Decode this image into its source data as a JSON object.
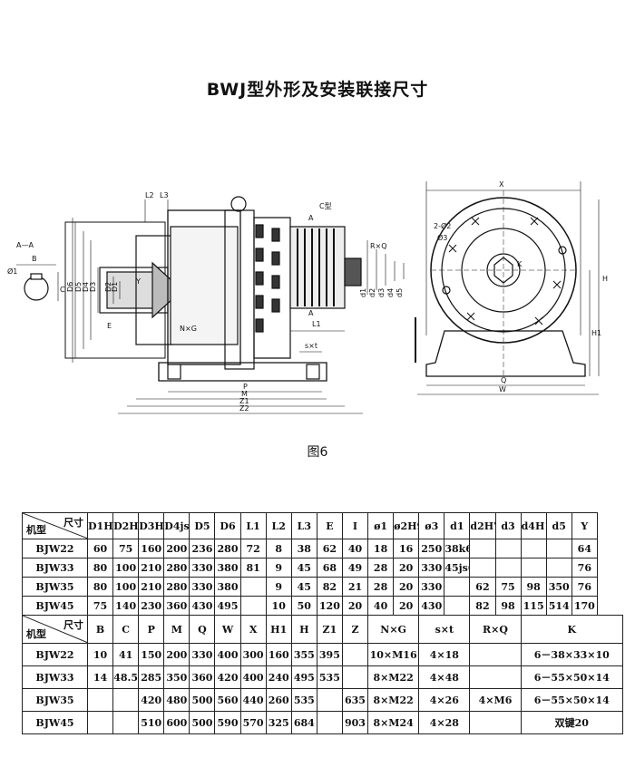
{
  "title": "BWJ型外形及安装联接尺寸",
  "figure_caption": "图6",
  "drawing_labels": {
    "section": "A—A",
    "b": "B",
    "phi1": "Ø1",
    "c": "C",
    "l2": "L2",
    "l3": "L3",
    "ctype": "C型",
    "a_top": "A",
    "a_bot": "A",
    "rq": "R×Q",
    "y": "Y",
    "e": "E",
    "nxg": "N×G",
    "l1": "L1",
    "sxt": "s×t",
    "p": "P",
    "m": "M",
    "z1": "Z1",
    "z2": "Z2",
    "x": "X",
    "two_phi2": "2-Ø2",
    "phi3": "Ø3",
    "k": "K",
    "h": "H",
    "h1": "H1",
    "q": "Q",
    "w": "W",
    "d_left": [
      "D6",
      "D5",
      "D4",
      "D3",
      "D2",
      "D1"
    ],
    "d_right": [
      "d1",
      "d2",
      "d3",
      "d4",
      "d5"
    ]
  },
  "table": {
    "corner_top": "尺寸",
    "corner_bottom": "机型",
    "header1": [
      "D1H7",
      "D2H6",
      "D3H7",
      "D4js7",
      "D5",
      "D6",
      "L1",
      "L2",
      "L3",
      "E",
      "I",
      "ø1",
      "ø2H9",
      "ø3",
      "d1",
      "d2H7",
      "d3",
      "d4H10",
      "d5",
      "Y"
    ],
    "rows1": [
      [
        "BJW22",
        "60",
        "75",
        "160",
        "200",
        "236",
        "280",
        "72",
        "8",
        "38",
        "62",
        "40",
        "18",
        "16",
        "250",
        "38k6",
        "",
        "",
        "",
        "",
        "64"
      ],
      [
        "BJW33",
        "80",
        "100",
        "210",
        "280",
        "330",
        "380",
        "81",
        "9",
        "45",
        "68",
        "49",
        "28",
        "20",
        "330",
        "45js6",
        "",
        "",
        "",
        "",
        "76"
      ],
      [
        "BJW35",
        "80",
        "100",
        "210",
        "280",
        "330",
        "380",
        "",
        "9",
        "45",
        "82",
        "21",
        "28",
        "20",
        "330",
        "",
        "62",
        "75",
        "98",
        "350",
        "76"
      ],
      [
        "BJW45",
        "75",
        "140",
        "230",
        "360",
        "430",
        "495",
        "",
        "10",
        "50",
        "120",
        "20",
        "40",
        "20",
        "430",
        "",
        "82",
        "98",
        "115",
        "514",
        "170"
      ]
    ],
    "header2": [
      "B",
      "C",
      "P",
      "M",
      "Q",
      "W",
      "X",
      "H1",
      "H",
      "Z1",
      "Z",
      "N×G",
      "s×t",
      "R×Q",
      "K"
    ],
    "rows2": [
      [
        "BJW22",
        "10",
        "41",
        "150",
        "200",
        "330",
        "400",
        "300",
        "160",
        "355",
        "395",
        "",
        "10×M16",
        "4×18",
        "",
        "6－38×33×10"
      ],
      [
        "BJW33",
        "14",
        "48.5",
        "285",
        "350",
        "360",
        "420",
        "400",
        "240",
        "495",
        "535",
        "",
        "8×M22",
        "4×48",
        "",
        "6－55×50×14"
      ],
      [
        "BJW35",
        "",
        "",
        "420",
        "480",
        "500",
        "560",
        "440",
        "260",
        "535",
        "",
        "635",
        "8×M22",
        "4×26",
        "4×M6",
        "6－55×50×14"
      ],
      [
        "BJW45",
        "",
        "",
        "510",
        "600",
        "500",
        "590",
        "570",
        "325",
        "684",
        "",
        "903",
        "8×M24",
        "4×28",
        "",
        "双键20"
      ]
    ]
  }
}
